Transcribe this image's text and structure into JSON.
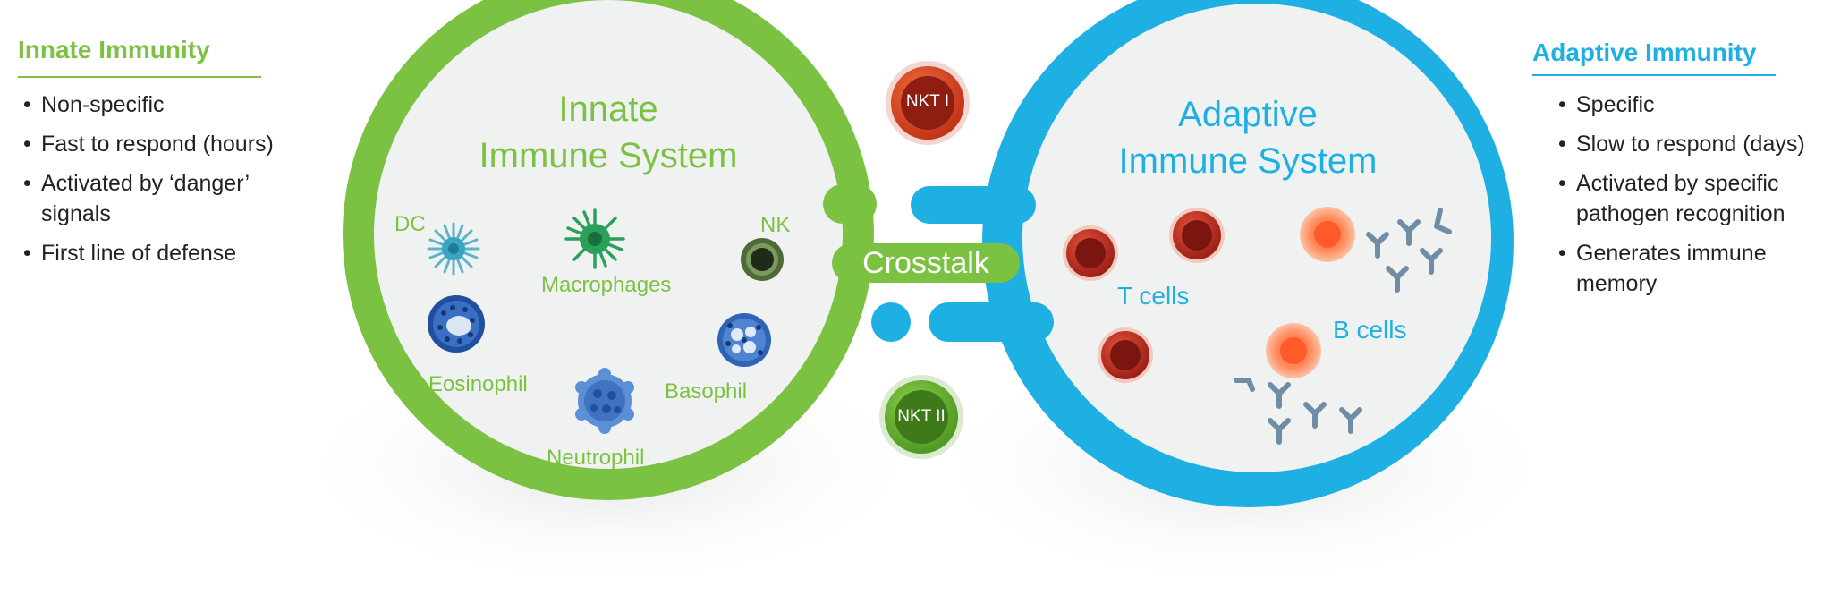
{
  "left_panel": {
    "title": "Innate Immunity",
    "items": [
      "Non-specific",
      "Fast to respond (hours)",
      "Activated by ‘danger’ signals",
      "First line of defense"
    ]
  },
  "right_panel": {
    "title": "Adaptive Immunity",
    "items": [
      "Specific",
      "Slow to respond (days)",
      "Activated by specific pathogen recognition",
      "Generates immune memory"
    ]
  },
  "innate_circle": {
    "title_line1": "Innate",
    "title_line2": "Immune System",
    "cells": {
      "dc": "DC",
      "macrophages": "Macrophages",
      "nk": "NK",
      "eosinophil": "Eosinophil",
      "basophil": "Basophil",
      "neutrophil": "Neutrophil"
    }
  },
  "adaptive_circle": {
    "title_line1": "Adaptive",
    "title_line2": "Immune System",
    "cells": {
      "t_cells": "T cells",
      "b_cells": "B cells"
    }
  },
  "crosstalk": "Crosstalk",
  "nkt1": "NKT I",
  "nkt2": "NKT II",
  "colors": {
    "innate_green": "#7cc242",
    "adaptive_blue": "#1fb0e3",
    "circle_fill": "#f0f2f1",
    "red_cell": "#b8251c"
  }
}
